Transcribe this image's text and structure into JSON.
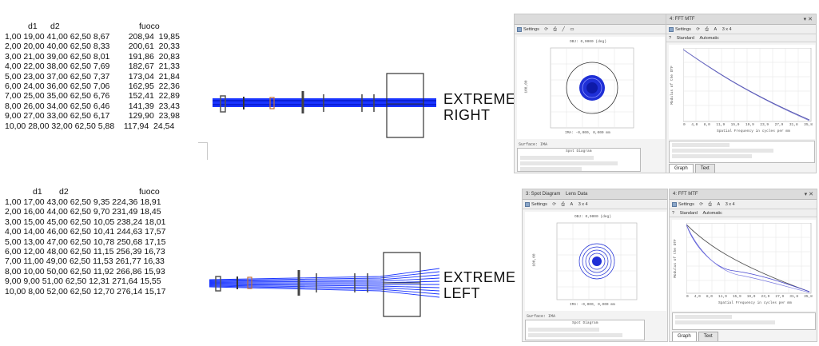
{
  "top_table": {
    "header": {
      "d1": "d1",
      "d2": "d2",
      "fuoco": "fuoco"
    },
    "rows": [
      "1,00 19,00 41,00 62,50 8,67        208,94  19,85",
      "2,00 20,00 40,00 62,50 8,33        200,61  20,33",
      "3,00 21,00 39,00 62,50 8,01        191,86  20,83",
      "4,00 22,00 38,00 62,50 7,69        182,67  21,33",
      "5,00 23,00 37,00 62,50 7,37        173,04  21,84",
      "6,00 24,00 36,00 62,50 7,06        162,95  22,36",
      "7,00 25,00 35,00 62,50 6,76        152,41  22,89",
      "8,00 26,00 34,00 62,50 6,46        141,39  23,43",
      "9,00 27,00 33,00 62,50 6,17        129,90  23,98",
      "10,00 28,00 32,00 62,50 5,88    117,94  24,54"
    ]
  },
  "bottom_table": {
    "header": {
      "d1": "d1",
      "d2": "d2",
      "fuoco": "fuoco"
    },
    "rows": [
      "1,00 17,00 43,00 62,50 9,35 224,36 18,91",
      "2,00 16,00 44,00 62,50 9,70 231,49 18,45",
      "3,00 15,00 45,00 62,50 10,05 238,24 18,01",
      "4,00 14,00 46,00 62,50 10,41 244,63 17,57",
      "5,00 13,00 47,00 62,50 10,78 250,68 17,15",
      "6,00 12,00 48,00 62,50 11,15 256,39 16,73",
      "7,00 11,00 49,00 62,50 11,53 261,77 16,33",
      "8,00 10,00 50,00 62,50 11,92 266,86 15,93",
      "9,00 9,00 51,00 62,50 12,31 271,64 15,55",
      "10,00 8,00 52,00 62,50 12,70 276,14 15,17"
    ]
  },
  "labels": {
    "top": [
      "EXTREME",
      "RIGHT"
    ],
    "bottom": [
      "EXTREME",
      "LEFT"
    ]
  },
  "panels": {
    "top_spot": {
      "toolbar": [
        "Settings"
      ],
      "canvas_title": "OBJ: 0,0000 (deg)",
      "canvas_footer": "IMA: -0,000, 0,000 mm",
      "yaxis": "100,00",
      "surface": "Surface: IMA",
      "caption": "Spot Diagram"
    },
    "top_mtf": {
      "title": "4: FFT MTF",
      "toolbar": [
        "Settings",
        "3 x 4"
      ],
      "sub_toolbar": [
        "Standard",
        "Automatic"
      ],
      "ylabel": "Modulus of the OTF",
      "xlabel": "Spatial Frequency in cycles per mm",
      "xticks": [
        "0",
        "4,0",
        "8,0",
        "11,9",
        "15,9",
        "19,9",
        "23,9",
        "27,9",
        "31,8",
        "35,8"
      ],
      "tabs": [
        "Graph",
        "Text"
      ]
    },
    "bottom_spot": {
      "tabs": [
        "3: Spot Diagram",
        "Lens Data"
      ],
      "toolbar": [
        "Settings",
        "3 x 4"
      ],
      "canvas_title": "OBJ: 0,0000 (deg)",
      "canvas_footer": "IMA: -0,000, 0,000 mm",
      "yaxis": "100,00",
      "surface": "Surface: IMA",
      "caption": "Spot Diagram"
    },
    "bottom_mtf": {
      "title": "4: FFT MTF",
      "toolbar": [
        "Settings",
        "3 x 4"
      ],
      "sub_toolbar": [
        "Standard",
        "Automatic"
      ],
      "ylabel": "Modulus of the OTF",
      "xlabel": "Spatial Frequency in cycles per mm",
      "xticks": [
        "0",
        "4,0",
        "8,0",
        "11,9",
        "15,9",
        "19,9",
        "23,9",
        "27,9",
        "31,8",
        "35,8"
      ],
      "tabs": [
        "Graph",
        "Text"
      ]
    }
  },
  "colors": {
    "ray_blue": "#1a35ff",
    "spot_blue": "#1f2fd6",
    "mtf_line": "#4a4aa8"
  }
}
